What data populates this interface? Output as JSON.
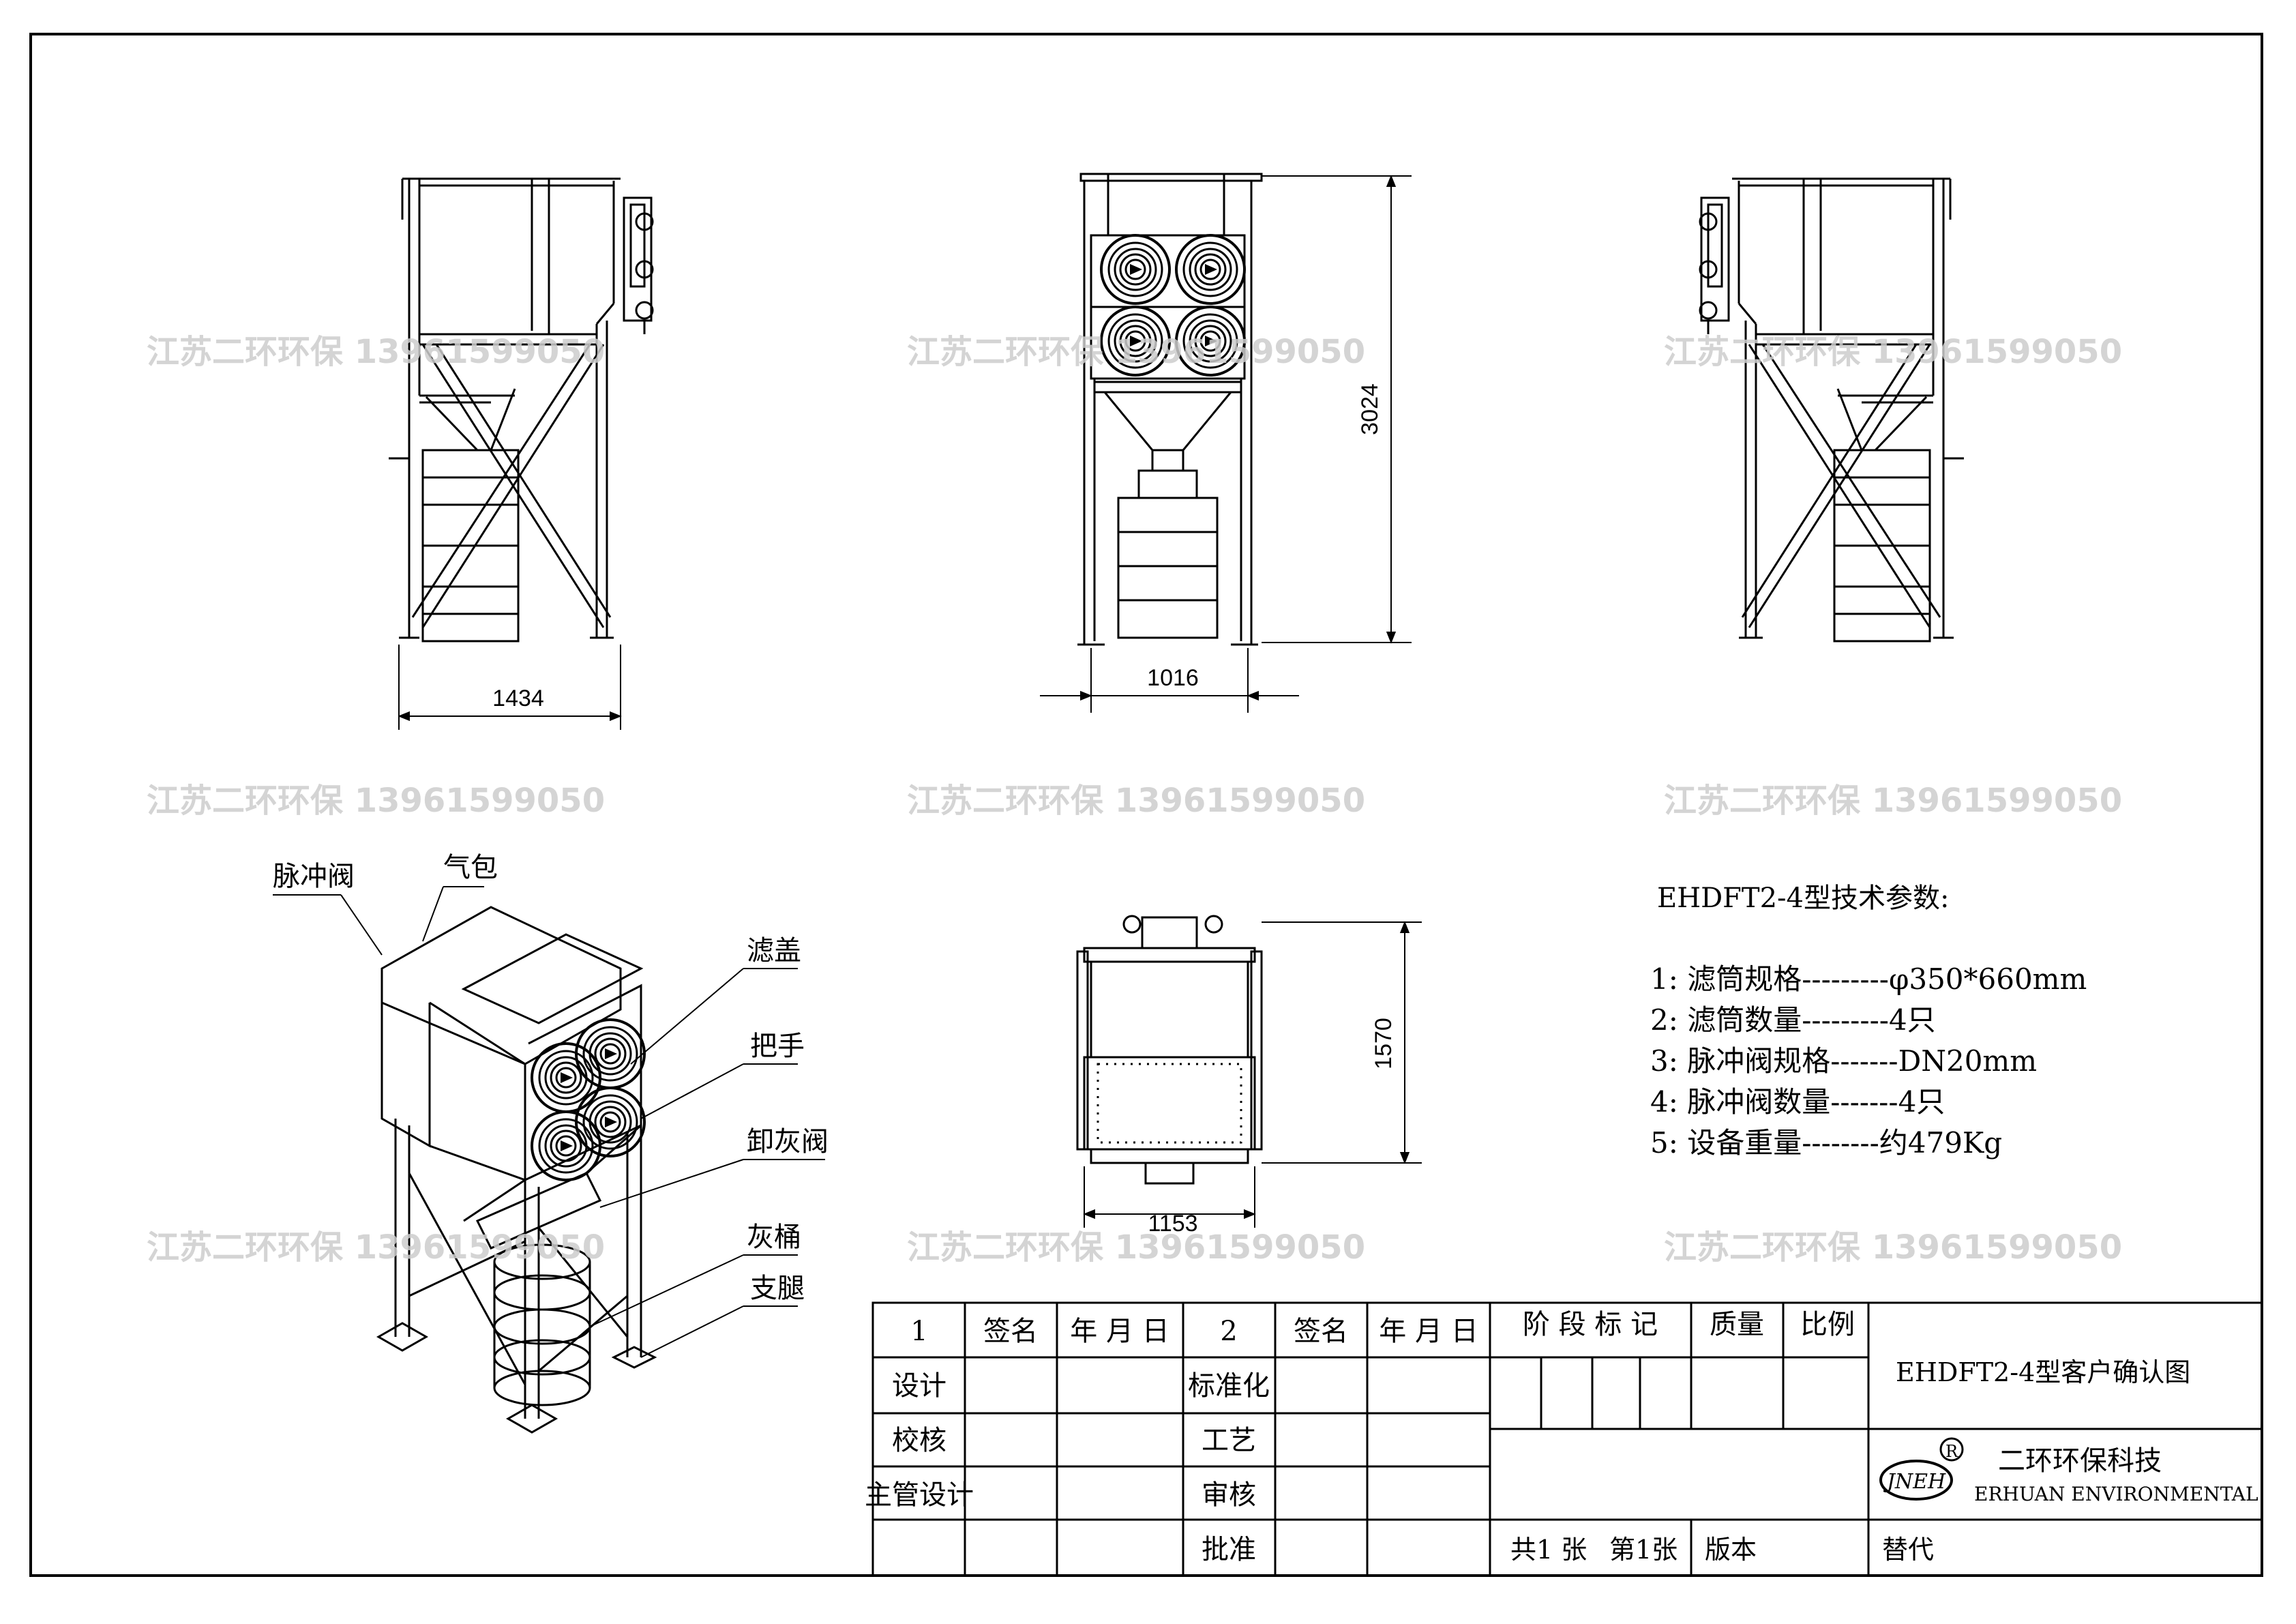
{
  "watermark": "江苏二环环保 13961599050",
  "dimensions": {
    "side_width": "1434",
    "front_width": "1016",
    "height": "3024",
    "plan_width": "1153",
    "plan_depth": "1570"
  },
  "callouts": {
    "pulse_valve": "脉冲阀",
    "air_bag": "气包",
    "filter_cover": "滤盖",
    "handle": "把手",
    "discharge_valve": "卸灰阀",
    "ash_bucket": "灰桶",
    "legs": "支腿"
  },
  "specs": {
    "title": "EHDFT2-4型技术参数:",
    "items": [
      "1: 滤筒规格---------φ350*660mm",
      "2: 滤筒数量---------4只",
      "3: 脉冲阀规格-------DN20mm",
      "4: 脉冲阀数量-------4只",
      "5: 设备重量--------约479Kg"
    ]
  },
  "title_block": {
    "col_1": "1",
    "sign_1": "签名",
    "date_1": "年 月 日",
    "col_2": "2",
    "sign_2": "签名",
    "date_2": "年 月 日",
    "stage_mark": "阶 段 标 记",
    "mass": "质量",
    "scale": "比例",
    "design": "设计",
    "standardize": "标准化",
    "check": "校核",
    "process": "工艺",
    "chief_design": "主管设计",
    "review": "审核",
    "approve": "批准",
    "total_sheets": "共1 张",
    "sheet_no": "第1张",
    "version": "版本",
    "replace": "替代",
    "drawing_title": "EHDFT2-4型客户确认图",
    "company_cn": "二环环保科技",
    "company_en": "ERHUAN ENVIRONMENTAL",
    "logo_text": "JNEH",
    "registered": "R"
  }
}
